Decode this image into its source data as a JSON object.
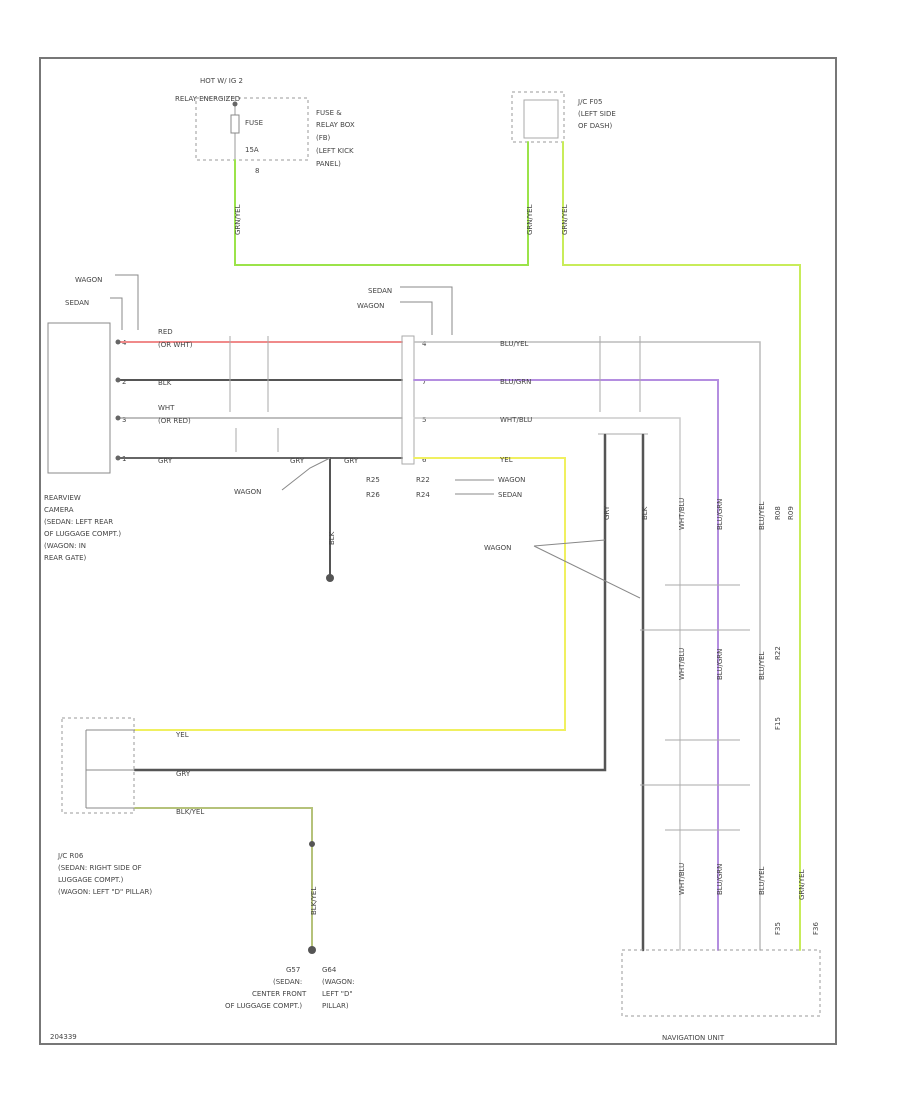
{
  "top_left": {
    "line1": "HOT W/ IG 2",
    "line2": "RELAY ENERGIZED",
    "fuse": "FUSE",
    "fuse_num": "15A",
    "pin": "8",
    "box1": "FUSE &",
    "box2": "RELAY BOX",
    "box3": "(FB)",
    "box4": "(LEFT KICK",
    "box5": "PANEL)"
  },
  "jc_top": {
    "line1": "J/C F05",
    "line2": "(LEFT SIDE",
    "line3": "OF DASH)"
  },
  "wagon_tag_left": "WAGON",
  "sedan_tag_left": "SEDAN",
  "sedan_tag_mid": "SEDAN",
  "wagon_tag_mid": "WAGON",
  "camera": {
    "pins": [
      "4",
      "2",
      "3",
      "1"
    ],
    "line1": "REARVIEW",
    "line2": "CAMERA",
    "line3": "(SEDAN: LEFT REAR",
    "line4": "OF LUGGAGE COMPT.)",
    "line5": "(WAGON: IN",
    "line6": "REAR GATE)"
  },
  "wires": {
    "red": "RED",
    "red_alt": "(OR WHT)",
    "blk": "BLK",
    "wht": "WHT",
    "wht_alt": "(OR RED)",
    "gry": "GRY",
    "grn_yel": "GRN/YEL",
    "blu_yel": "BLU/YEL",
    "blu_grn": "BLU/GRN",
    "wht_blu": "WHT/BLU",
    "yel": "YEL",
    "blk_yel": "BLK/YEL",
    "blk2": "BLK",
    "gry2": "GRY",
    "wht_blu_r": "WHT/BLU",
    "blu_grn_r": "BLU/GRN",
    "blu_yel_r": "BLU/YEL"
  },
  "connectors": {
    "r25": "R25",
    "r26": "R26",
    "r22": "R22",
    "r24": "R24",
    "wagon": "WAGON",
    "sedan": "SEDAN",
    "pins_mid": [
      "4",
      "7",
      "5",
      "6"
    ],
    "wagon_note": "WAGON",
    "wagon_note2": "WAGON"
  },
  "jc_bottom": {
    "line1": "J/C R06",
    "line2": "(SEDAN: RIGHT SIDE OF",
    "line3": "LUGGAGE COMPT.)",
    "line4": "(WAGON: LEFT \"D\" PILLAR)"
  },
  "grounds": {
    "g1_line1": "G57",
    "g1_line2": "(SEDAN:",
    "g1_line3": "CENTER FRONT",
    "g1_line4": "OF LUGGAGE COMPT.)",
    "g2_line1": "G64",
    "g2_line2": "(WAGON:",
    "g2_line3": "LEFT \"D\"",
    "g2_line4": "PILLAR)"
  },
  "right_labels": {
    "r08": "R08",
    "r09": "R09",
    "f15": "F15",
    "r22": "R22",
    "f35": "F35",
    "f36": "F36"
  },
  "nav_unit": "NAVIGATION UNIT",
  "footer_code": "204339"
}
